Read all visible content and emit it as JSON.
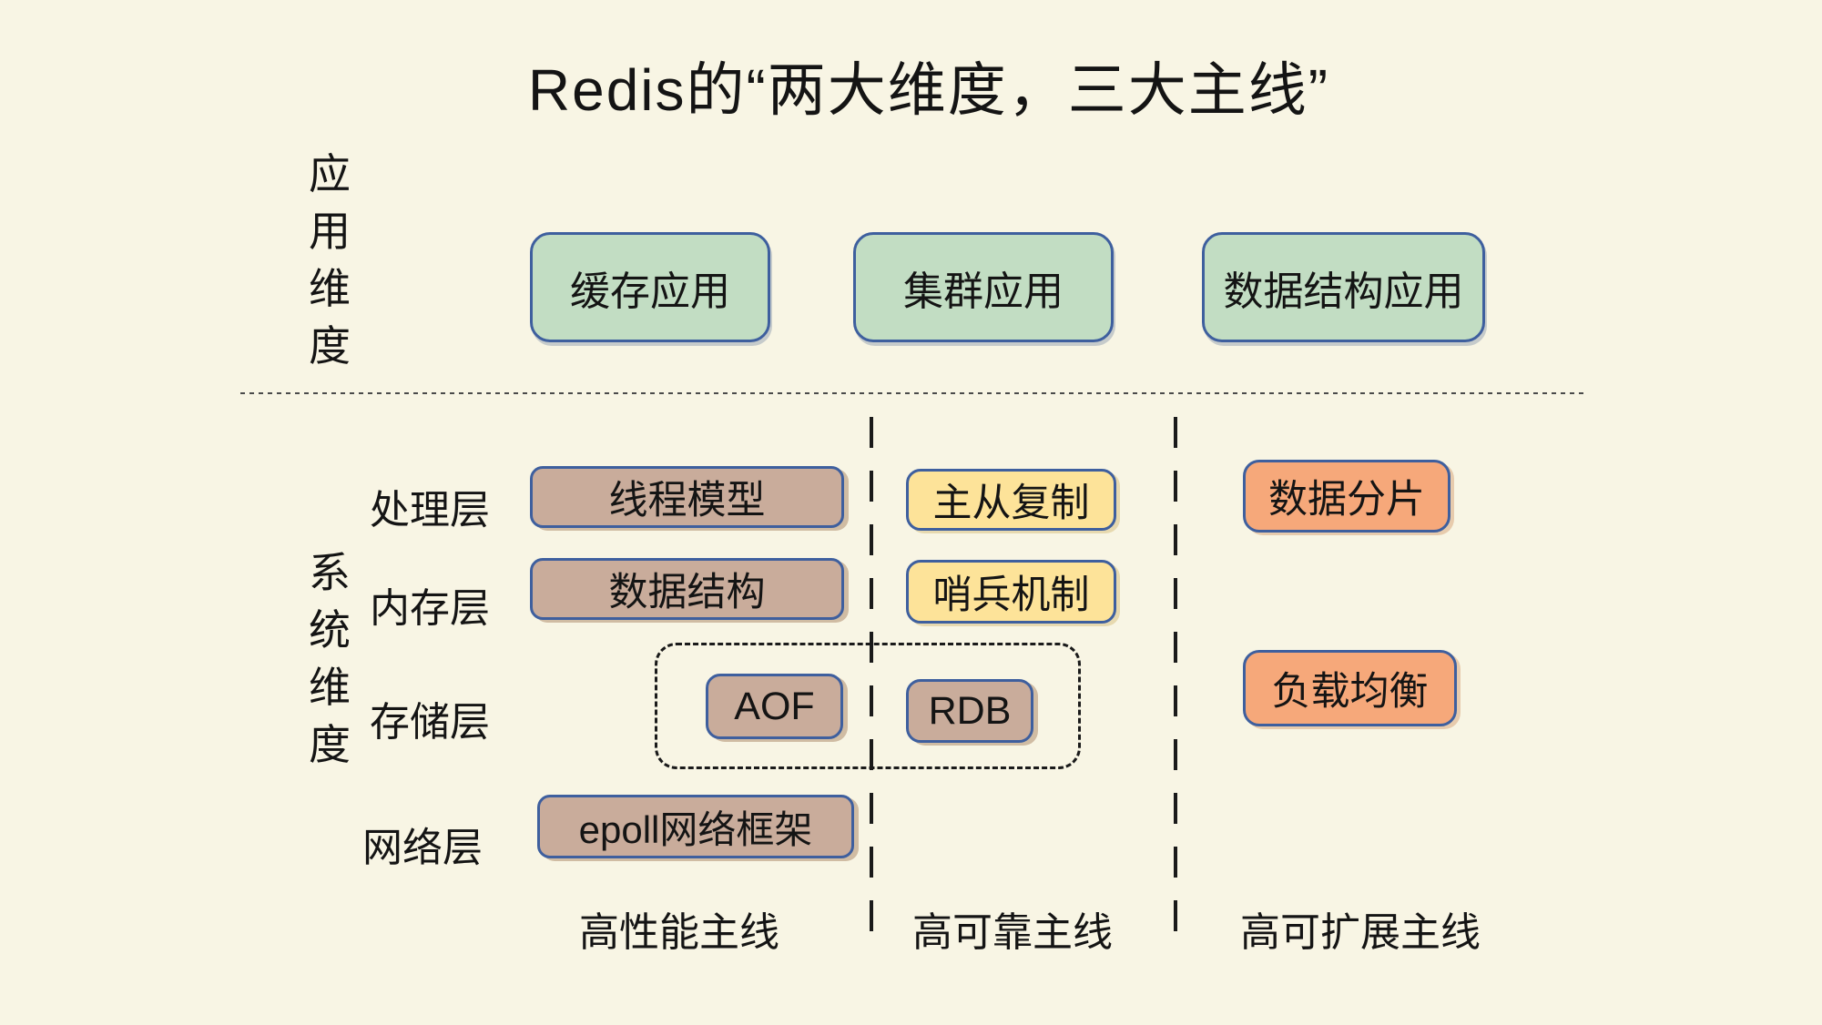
{
  "title": "Redis的“两大维度，三大主线”",
  "dimensions": {
    "application": {
      "label": "应用维度",
      "chars": [
        "应",
        "用",
        "维",
        "度"
      ]
    },
    "system": {
      "label": "系统维度",
      "chars": [
        "系",
        "统",
        "维",
        "度"
      ]
    }
  },
  "application_row": {
    "boxes": [
      {
        "label": "缓存应用"
      },
      {
        "label": "集群应用"
      },
      {
        "label": "数据结构应用"
      }
    ]
  },
  "layers": [
    {
      "label": "处理层"
    },
    {
      "label": "内存层"
    },
    {
      "label": "存储层"
    },
    {
      "label": "网络层"
    }
  ],
  "system_boxes": {
    "thread_model": "线程模型",
    "master_slave_replication": "主从复制",
    "data_sharding": "数据分片",
    "data_structure": "数据结构",
    "sentinel": "哨兵机制",
    "aof": "AOF",
    "rdb": "RDB",
    "load_balancing": "负载均衡",
    "epoll_framework": "epoll网络框架"
  },
  "mainlines": [
    {
      "label": "高性能主线"
    },
    {
      "label": "高可靠主线"
    },
    {
      "label": "高可扩展主线"
    }
  ],
  "colors": {
    "background": "#f8f5e4",
    "green_fill": "#c2ddc3",
    "brown_fill": "#c9ac9b",
    "yellow_fill": "#fde399",
    "orange_fill": "#f6a87a",
    "box_border_blue": "#3e5f9e",
    "text": "#141414",
    "dash_line": "#1a1a1a"
  }
}
